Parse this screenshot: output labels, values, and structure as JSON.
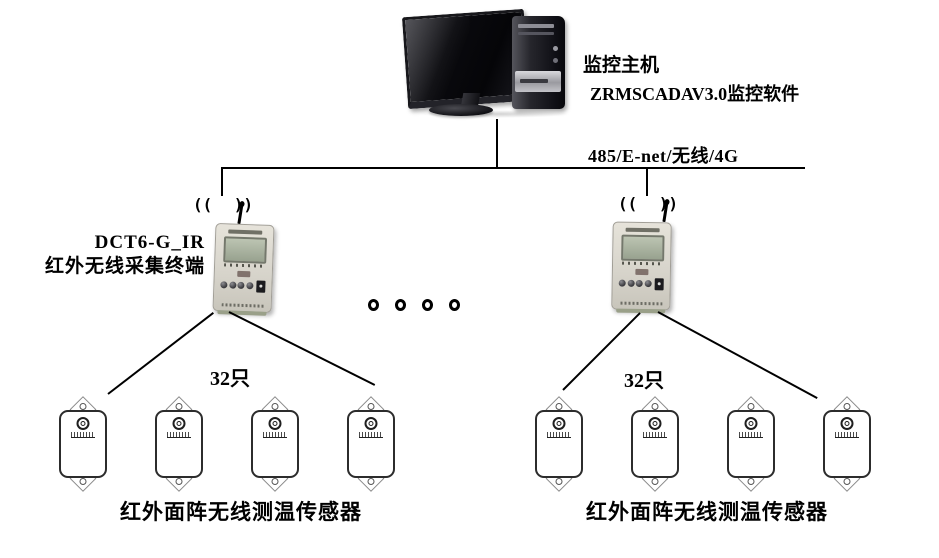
{
  "host": {
    "line1": "监控主机",
    "line2": "ZRMSCADAV3.0监控软件"
  },
  "bus": {
    "label": "485/E-net/无线/4G"
  },
  "terminal": {
    "line1": "DCT6-G_IR",
    "line2": "红外无线采集终端"
  },
  "left_group": {
    "count": "32只",
    "label": "红外面阵无线测温传感器",
    "visible_sensor_count": 4
  },
  "right_group": {
    "count": "32只",
    "label": "红外面阵无线测温传感器",
    "visible_sensor_count": 4
  },
  "icons": {
    "signal_open": "((",
    "signal_close": "))"
  },
  "ellipsis_dot_count": 4,
  "colors": {
    "line": "#000000",
    "background": "#ffffff",
    "device_body": "#d6d3ca",
    "device_screen": "#a8b19e",
    "monitor_black": "#0a0a0e",
    "tower_silver": "#c3c3c8"
  }
}
